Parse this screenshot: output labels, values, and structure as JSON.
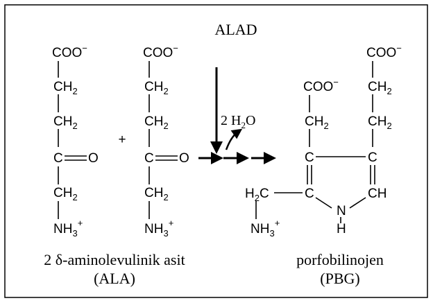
{
  "enzyme": "ALAD",
  "water": {
    "prefix": "2 H",
    "sub": "2",
    "suffix": "O"
  },
  "plus": "+",
  "substrate": {
    "name": "2 δ-aminolevulinik asit",
    "abbr": "(ALA)",
    "coo": "COO",
    "charge_minus": "−",
    "ch": "CH",
    "sub2": "2",
    "c": "C",
    "o": "O",
    "nh": "NH",
    "sub3": "3",
    "charge_plus": "+"
  },
  "product": {
    "name": "porfobilinojen",
    "abbr": "(PBG)",
    "coo": "COO",
    "charge_minus": "−",
    "ch2": "CH",
    "sub2": "2",
    "c": "C",
    "ch": "CH",
    "n": "N",
    "h": "H",
    "h2c_h": "H",
    "h2c_c": "C",
    "nh": "NH",
    "sub3": "3",
    "charge_plus": "+"
  }
}
